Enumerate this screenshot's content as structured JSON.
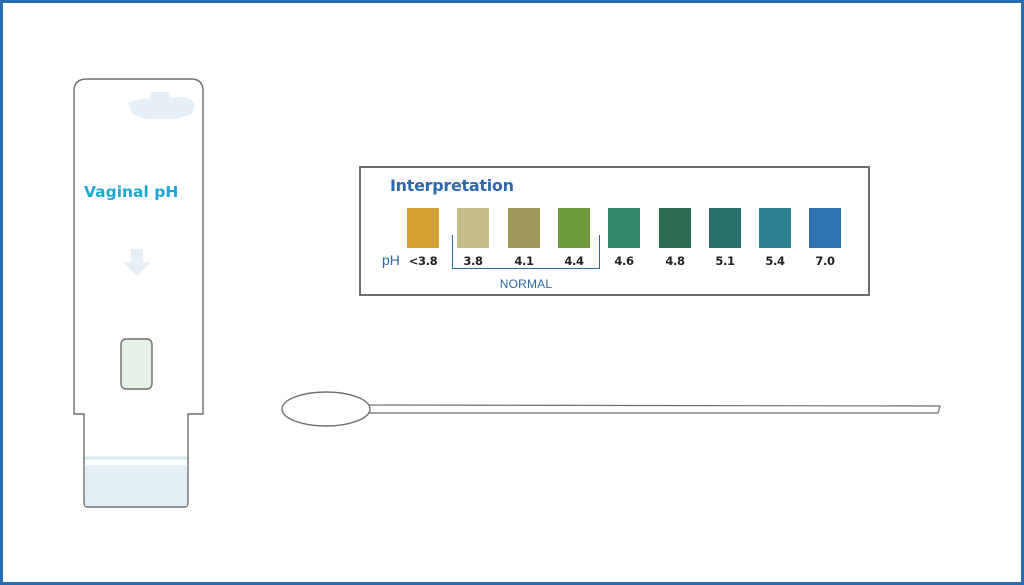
{
  "device": {
    "label": "Vaginal pH"
  },
  "interpretation": {
    "title": "Interpretation",
    "ph_label": "pH",
    "normal_label": "NORMAL",
    "normal_range": [
      "3.8",
      "4.4"
    ],
    "swatches": [
      {
        "value": "<3.8",
        "color": "#d4a032"
      },
      {
        "value": "3.8",
        "color": "#c5bd88"
      },
      {
        "value": "4.1",
        "color": "#a09a5a"
      },
      {
        "value": "4.4",
        "color": "#6f9a3e"
      },
      {
        "value": "4.6",
        "color": "#35876a"
      },
      {
        "value": "4.8",
        "color": "#2a6b52"
      },
      {
        "value": "5.1",
        "color": "#2a6e6e"
      },
      {
        "value": "5.4",
        "color": "#2e7f90"
      },
      {
        "value": "7.0",
        "color": "#2e72b0"
      }
    ]
  },
  "colors": {
    "frame_border": "#2b6cb0",
    "outline": "#6e6e6e",
    "accent_text": "#2f6aa8",
    "device_label": "#1aa7d6",
    "window_fill": "#e6f1e8",
    "liquid_fill": "#e3f0f7"
  },
  "icons": {
    "hand": "hand-icon",
    "arrow": "arrow-down-icon",
    "swab": "swab-icon"
  }
}
